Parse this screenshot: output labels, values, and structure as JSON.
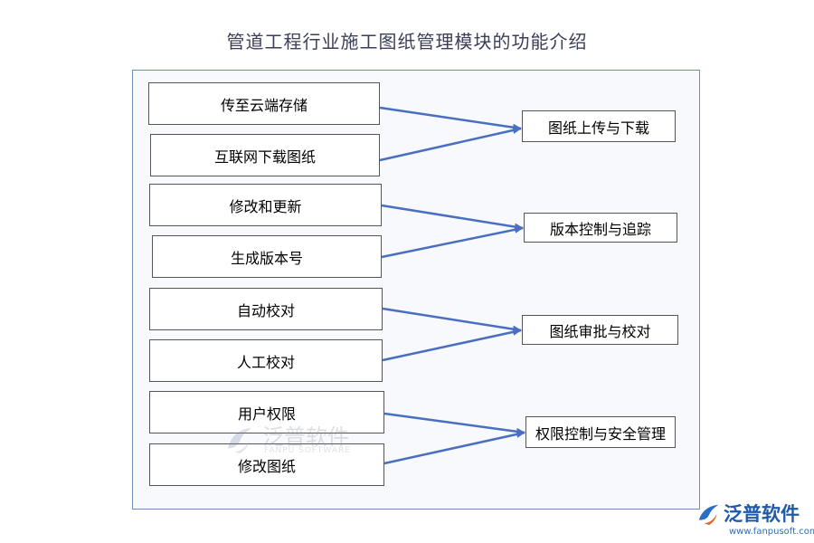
{
  "title": "管道工程行业施工图纸管理模块的功能介绍",
  "groups": [
    {
      "items": [
        "传至云端存储",
        "互联网下载图纸"
      ],
      "target": "图纸上传与下载"
    },
    {
      "items": [
        "修改和更新",
        "生成版本号"
      ],
      "target": "版本控制与追踪"
    },
    {
      "items": [
        "自动校对",
        "人工校对"
      ],
      "target": "图纸审批与校对"
    },
    {
      "items": [
        "用户权限",
        "修改图纸"
      ],
      "target": "权限控制与安全管理"
    }
  ],
  "watermark": {
    "cn": "泛普软件",
    "en": "FANPU SOFTWARE"
  },
  "logo": {
    "cn": "泛普软件",
    "url": "www.fanpusoft.com"
  },
  "colors": {
    "arrow": "#4a6fc0",
    "panel_border": "#6f8fb8",
    "panel_bg": "#f7f9fc",
    "logo": "#1f5aa8"
  }
}
